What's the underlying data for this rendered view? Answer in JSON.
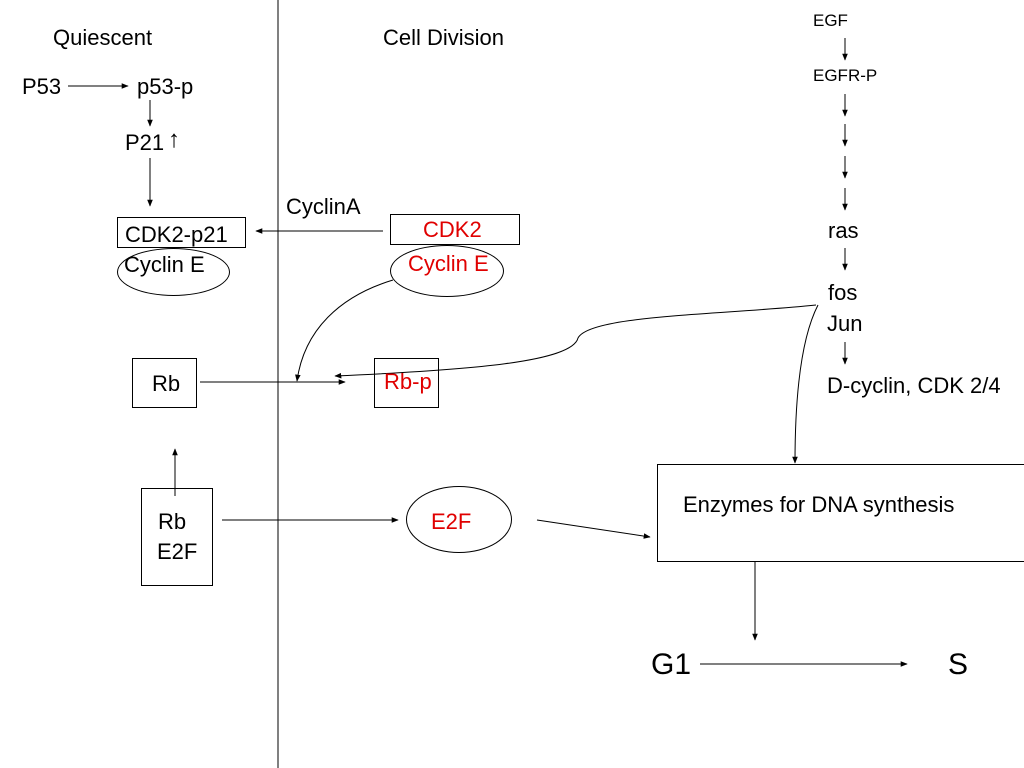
{
  "labels": {
    "quiescent": "Quiescent",
    "cell_division": "Cell Division",
    "p53": "P53",
    "p53p": "p53-p",
    "p21": "P21",
    "up_arrow": "↑",
    "cdk2p21": "CDK2-p21",
    "cyclin_e_left": "Cyclin E",
    "cyclina": "CyclinA",
    "cdk2": "CDK2",
    "cyclin_e_right": "Cyclin E",
    "rb": "Rb",
    "rbp": "Rb-p",
    "rb_e2f_rb": "Rb",
    "rb_e2f_e2f": "E2F",
    "e2f": "E2F",
    "egf": "EGF",
    "egfrp": "EGFR-P",
    "ras": "ras",
    "fos": "fos",
    "jun": "Jun",
    "dcyclin": "D-cyclin, CDK 2/4",
    "enzymes": "Enzymes for DNA synthesis",
    "g1": "G1",
    "s": "S"
  },
  "colors": {
    "highlight": "#e00000",
    "line": "#000000"
  }
}
